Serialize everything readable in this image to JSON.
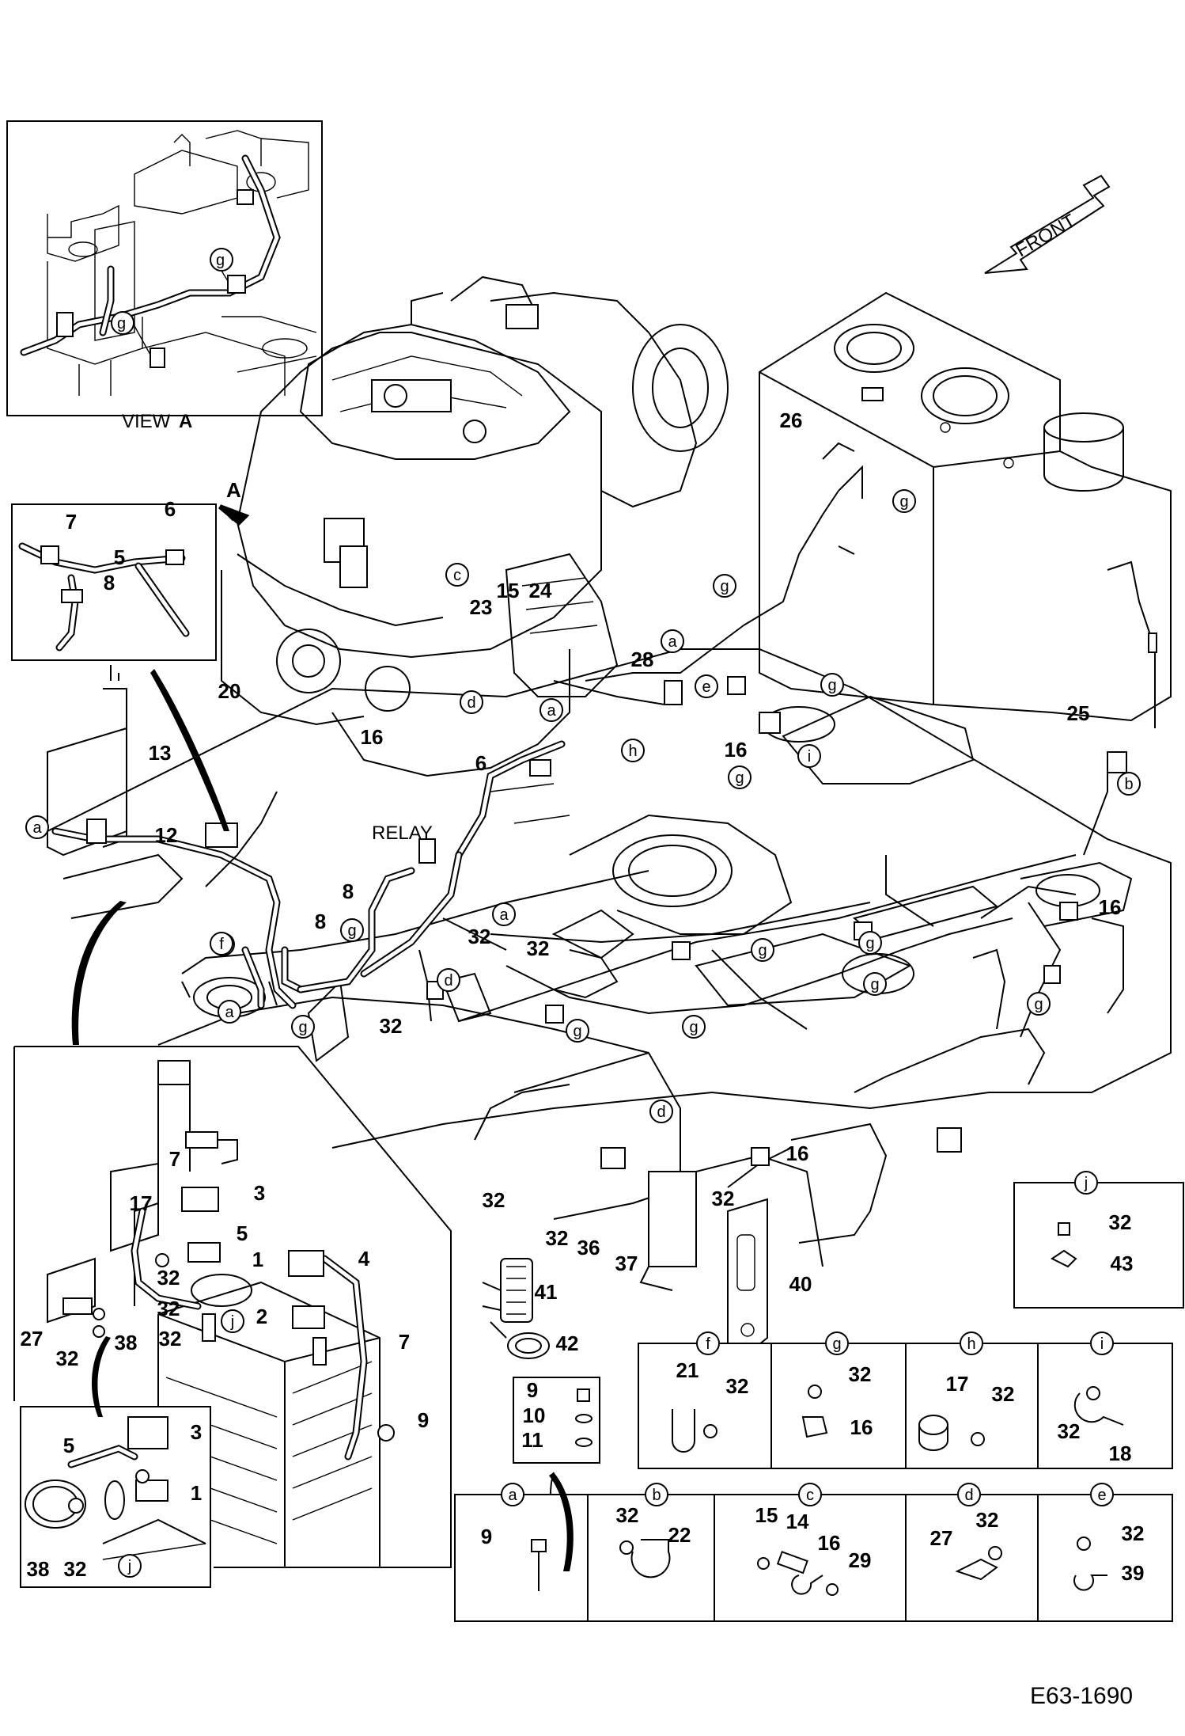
{
  "figure_code": "E63-1690",
  "front_label": "FRONT",
  "view_a_caption": "VIEW ",
  "view_a_letter": "A",
  "arrow_a_letter": "A",
  "relay_label": "RELAY",
  "main_callouts": [
    "26",
    "25",
    "16",
    "16",
    "16",
    "16",
    "20",
    "13",
    "12",
    "8",
    "8",
    "6",
    "6",
    "7",
    "5",
    "8",
    "23",
    "15",
    "24",
    "28",
    "32",
    "32",
    "32",
    "32",
    "32",
    "32",
    "36",
    "37",
    "40",
    "41",
    "42"
  ],
  "main_letters": [
    "g",
    "g",
    "a",
    "g",
    "e",
    "d",
    "h",
    "a",
    "i",
    "b",
    "c",
    "f",
    "a",
    "g",
    "d",
    "a",
    "g",
    "g",
    "g",
    "g",
    "g",
    "g",
    "g",
    "g",
    "d",
    "f",
    "a"
  ],
  "battery_callouts": [
    "7",
    "3",
    "17",
    "5",
    "1",
    "4",
    "32",
    "32",
    "2",
    "27",
    "32",
    "38",
    "32",
    "7",
    "9"
  ],
  "battery_letters": [
    "j"
  ],
  "inset_callouts": [
    "5",
    "3",
    "1",
    "38",
    "32"
  ],
  "inset_letters": [
    "j"
  ],
  "view_a_letters": [
    "g",
    "g"
  ],
  "small_parts": {
    "items": [
      "9",
      "10",
      "11"
    ]
  },
  "detail_j": {
    "letter": "j",
    "callouts": [
      "32",
      "43"
    ]
  },
  "details_row1": [
    {
      "letter": "f",
      "callouts": [
        "21",
        "32"
      ]
    },
    {
      "letter": "g",
      "callouts": [
        "32",
        "16"
      ]
    },
    {
      "letter": "h",
      "callouts": [
        "17",
        "32"
      ]
    },
    {
      "letter": "i",
      "callouts": [
        "32",
        "18"
      ]
    }
  ],
  "details_row2": [
    {
      "letter": "a",
      "callouts": [
        "9"
      ]
    },
    {
      "letter": "b",
      "callouts": [
        "32",
        "22"
      ]
    },
    {
      "letter": "c",
      "callouts": [
        "15",
        "14",
        "16",
        "29"
      ]
    },
    {
      "letter": "d",
      "callouts": [
        "27",
        "32"
      ]
    },
    {
      "letter": "e",
      "callouts": [
        "32",
        "39"
      ]
    }
  ]
}
